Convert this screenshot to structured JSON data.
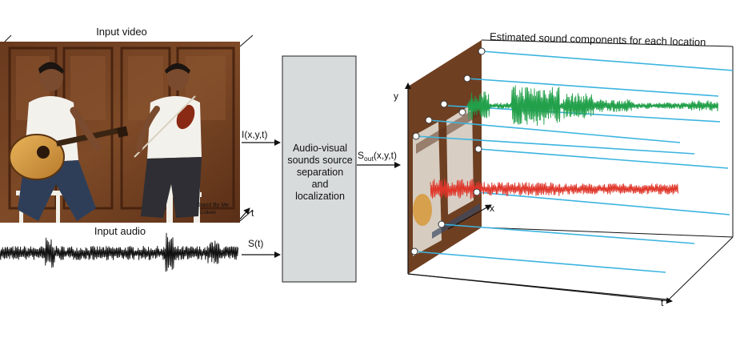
{
  "labels": {
    "input_video": "Input video",
    "input_audio": "Input audio",
    "video_signal": "I(x,y,t)",
    "audio_signal": "S(t)",
    "output_signal_main": "S",
    "output_signal_sub": "out",
    "output_signal_args": "(x,y,t)",
    "estimated_components": "Estimated sound components for each location",
    "axis_t": "t",
    "axis_x": "x",
    "axis_y": "y"
  },
  "process_box": {
    "lines": [
      "Audio-visual",
      "sounds source",
      "separation",
      "and",
      "localization"
    ]
  },
  "video_caption": [
    "Stand By Me",
    "Colleen"
  ],
  "colors": {
    "green_component": "#22a04a",
    "red_component": "#e0362a",
    "location_line": "#3cb4e0",
    "process_box_fill": "#d7dbdb",
    "raw_audio": "#111111"
  },
  "icons": [
    "acoustic-guitar-player",
    "violin-player"
  ]
}
